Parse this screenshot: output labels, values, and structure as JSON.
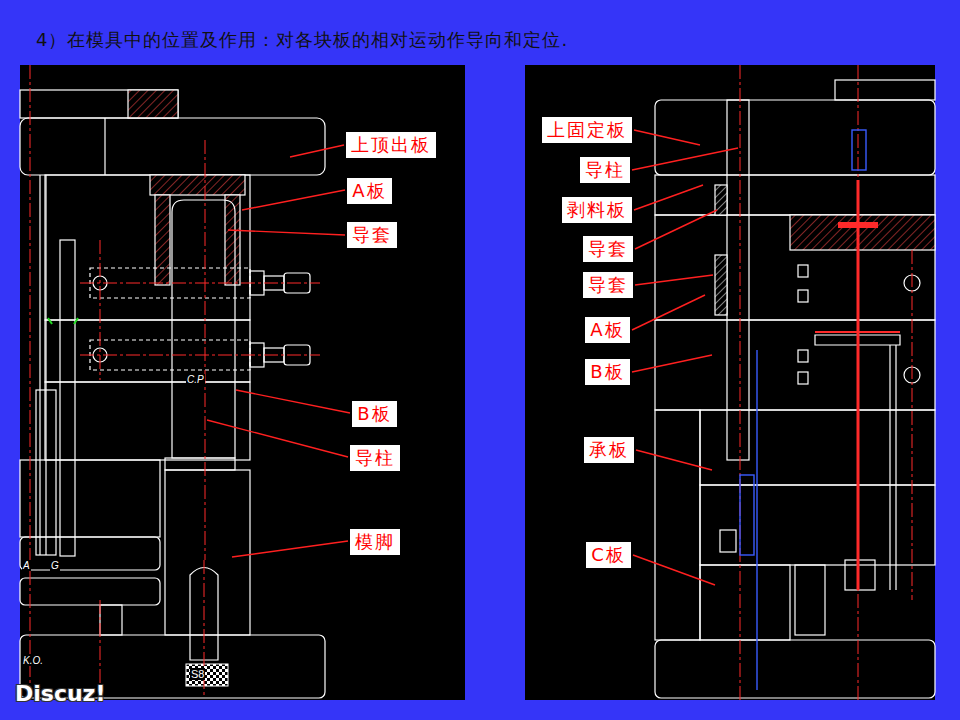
{
  "diagram": {
    "title": "4）在模具中的位置及作用：对各块板的相对运动作导向和定位.",
    "nodes": [
      {
        "text": [
          "上顶出板"
        ]
      },
      {
        "text": [
          "A板"
        ]
      },
      {
        "text": [
          "导套"
        ]
      },
      {
        "text": [
          "B板"
        ]
      },
      {
        "text": [
          "导柱"
        ]
      },
      {
        "text": [
          "模脚"
        ]
      },
      {
        "text": [
          "上固定板"
        ]
      },
      {
        "text": [
          "导柱"
        ]
      },
      {
        "text": [
          "剥料板"
        ]
      },
      {
        "text": [
          "导套"
        ]
      },
      {
        "text": [
          "导套"
        ]
      },
      {
        "text": [
          "A板"
        ]
      },
      {
        "text": [
          "B板"
        ]
      },
      {
        "text": [
          "承板"
        ]
      },
      {
        "text": [
          "C板"
        ]
      }
    ],
    "labels": [
      "C.P",
      "K.O.",
      "A",
      "G",
      "S8",
      "Discuz!"
    ]
  }
}
